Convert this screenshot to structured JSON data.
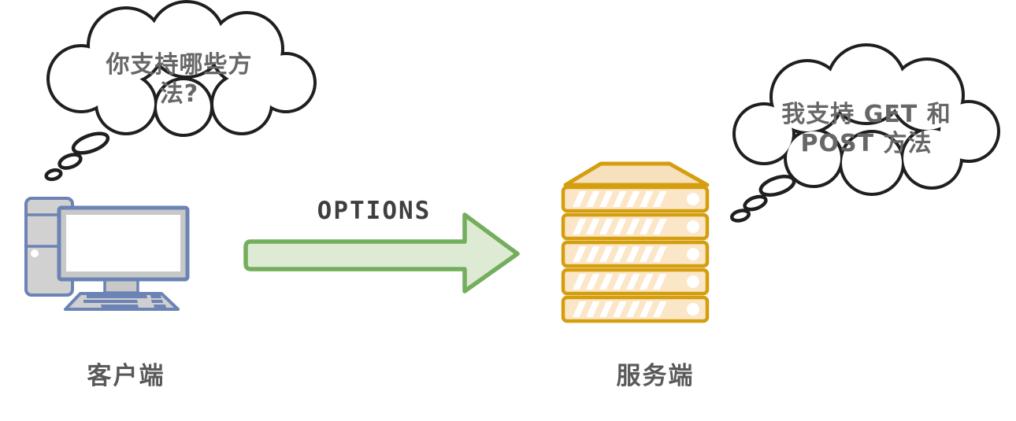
{
  "diagram": {
    "title_hint": "HTTP OPTIONS client-server diagram",
    "client_bubble": {
      "lines": [
        "你支持哪些方",
        "法?"
      ]
    },
    "server_bubble": {
      "lines": [
        "我支持 GET 和",
        "POST 方法"
      ]
    },
    "arrow": {
      "label": "OPTIONS"
    },
    "client": {
      "label": "客户端"
    },
    "server": {
      "label": "服务端"
    },
    "colors": {
      "cloud_outline": "#1f1f1f",
      "bubble_text": "#676767",
      "label_text": "#595959",
      "arrow_text": "#3f3f3f",
      "client_blue": "#6b83b5",
      "client_gray_fill": "#d1d1d1",
      "server_orange": "#d49e0e",
      "server_fill": "#fbe6c8",
      "arrow_green": "#74ae5c",
      "arrow_fill": "#ddebd4"
    }
  }
}
